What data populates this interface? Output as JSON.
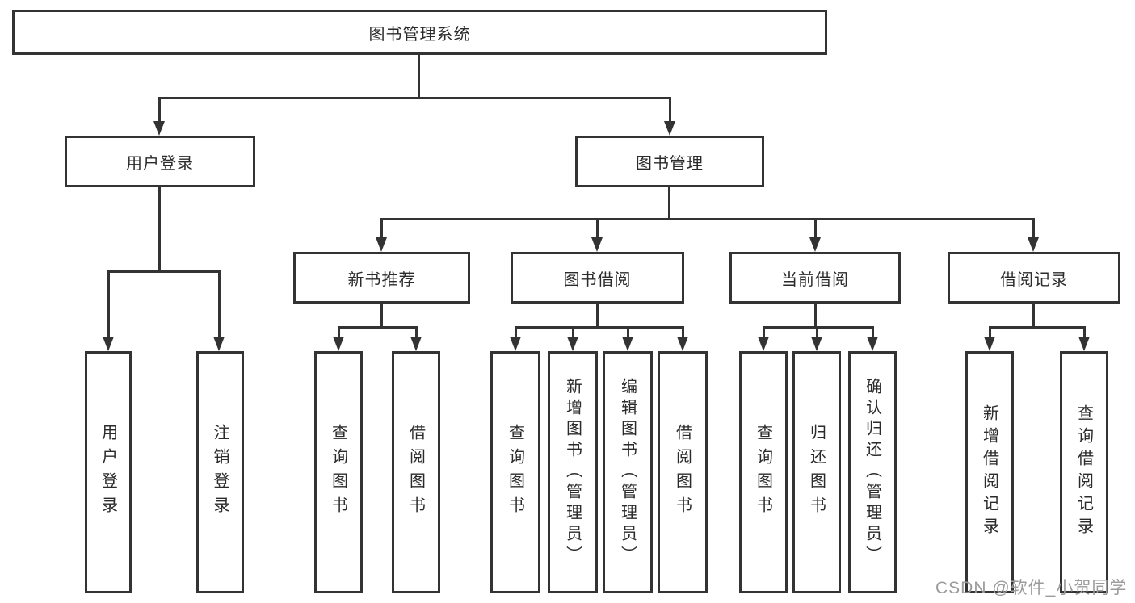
{
  "diagram": {
    "root": {
      "label": "图书管理系统"
    },
    "level2": [
      {
        "label": "用户登录"
      },
      {
        "label": "图书管理"
      }
    ],
    "level3": [
      {
        "label": "新书推荐"
      },
      {
        "label": "图书借阅"
      },
      {
        "label": "当前借阅"
      },
      {
        "label": "借阅记录"
      }
    ],
    "leaves": {
      "user_login": [
        {
          "label": "用户登录"
        },
        {
          "label": "注销登录"
        }
      ],
      "new_book": [
        {
          "label": "查询图书"
        },
        {
          "label": "借阅图书"
        }
      ],
      "book_borrow": [
        {
          "label": "查询图书"
        },
        {
          "label": "新增图书（管理员）"
        },
        {
          "label": "编辑图书（管理员）"
        },
        {
          "label": "借阅图书"
        }
      ],
      "current_borrow": [
        {
          "label": "查询图书"
        },
        {
          "label": "归还图书"
        },
        {
          "label": "确认归还（管理员）"
        }
      ],
      "borrow_records": [
        {
          "label": "新增借阅记录"
        },
        {
          "label": "查询借阅记录"
        }
      ]
    },
    "watermark": "CSDN @软件_小贺同学",
    "colors": {
      "line": "#333333",
      "box_background": "#ffffff",
      "text": "#2b2b2b",
      "watermark": "#9b9b9b"
    }
  }
}
